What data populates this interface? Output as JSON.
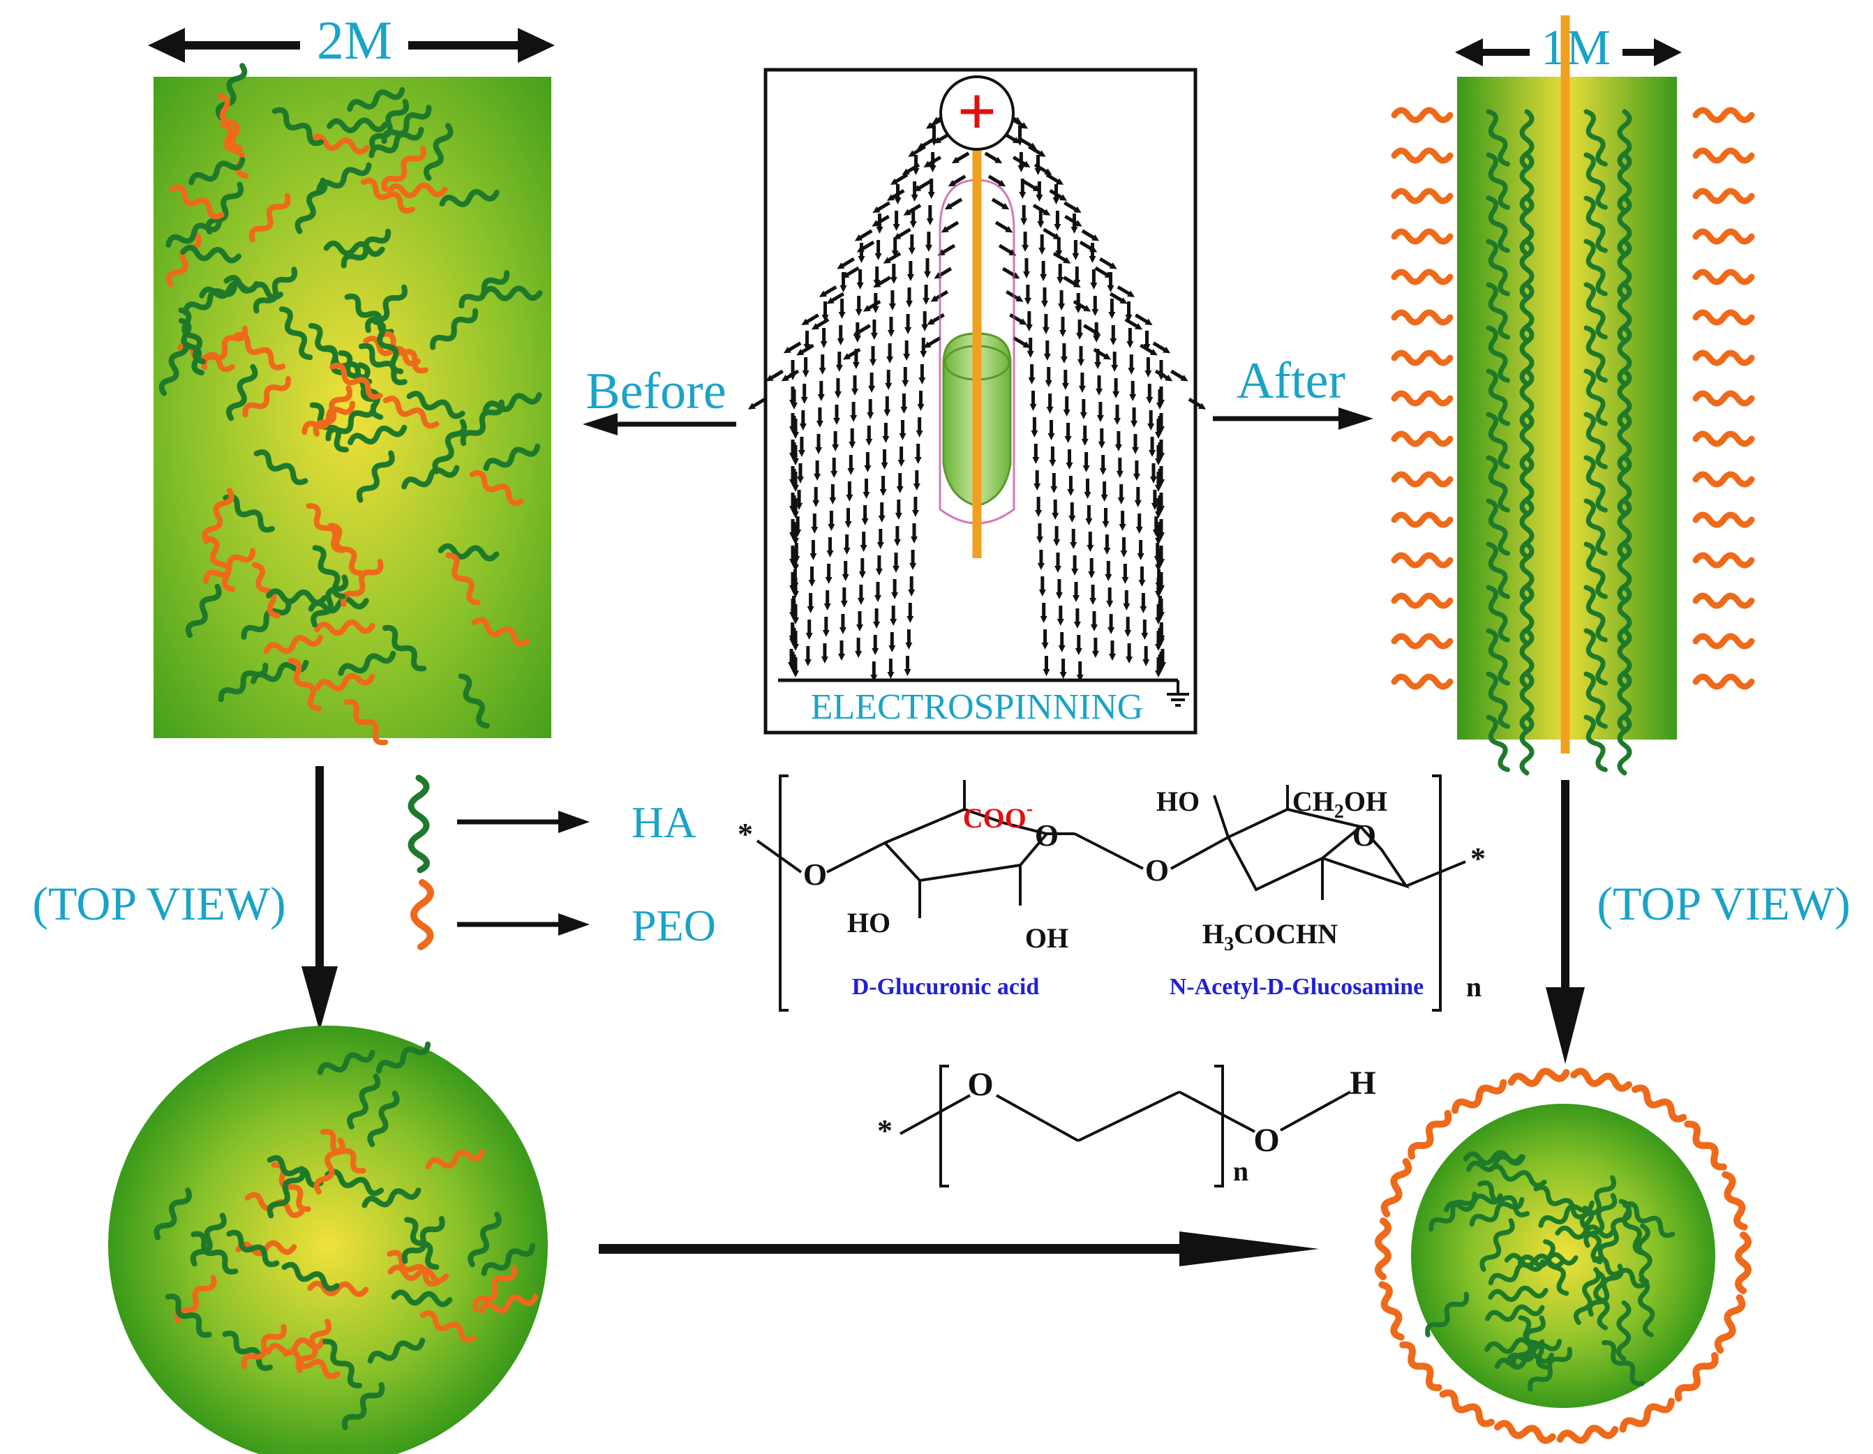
{
  "labels": {
    "width_before": "2M",
    "width_after": "1M",
    "before": "Before",
    "after": "After",
    "top_view_left": "(TOP VIEW)",
    "top_view_right": "(TOP VIEW)",
    "electrospinning": "ELECTROSPINNING",
    "plus_sign": "+"
  },
  "legend": {
    "ha_label": "HA",
    "peo_label": "PEO",
    "ha_color": "#1e7a2a",
    "peo_color": "#ee6a1a"
  },
  "chemistry": {
    "ha": {
      "carboxylate": "COO",
      "carboxylate_charge": "-",
      "hydroxyl_ring1_left": "HO",
      "hydroxyl_ring1_bottom": "OH",
      "hydroxyl_ring2_top": "HO",
      "hydroxymethyl_a": "CH",
      "hydroxymethyl_sub": "2",
      "hydroxymethyl_b": "OH",
      "acetamido_a": "H",
      "acetamido_sub": "3",
      "acetamido_b": "COCHN",
      "ring_oxygen": "O",
      "bridge_oxygen": "O",
      "end_oxygen": "O",
      "star": "*",
      "repeat_n": "n",
      "unit1_name": "D-Glucuronic acid",
      "unit2_name": "N-Acetyl-D-Glucosamine"
    },
    "peo": {
      "oxygen1": "O",
      "oxygen2": "O",
      "hydrogen": "H",
      "star": "*",
      "repeat_n": "n"
    }
  },
  "colors": {
    "label_cyan": "#1aa3c8",
    "fiber_green": "#3a9a1a",
    "fiber_center_yellow": "#f2e13a",
    "core_orange": "#f0a020",
    "plus_red": "#e01010",
    "carboxylate_red": "#e01010",
    "unit_name_blue": "#2020d8"
  }
}
